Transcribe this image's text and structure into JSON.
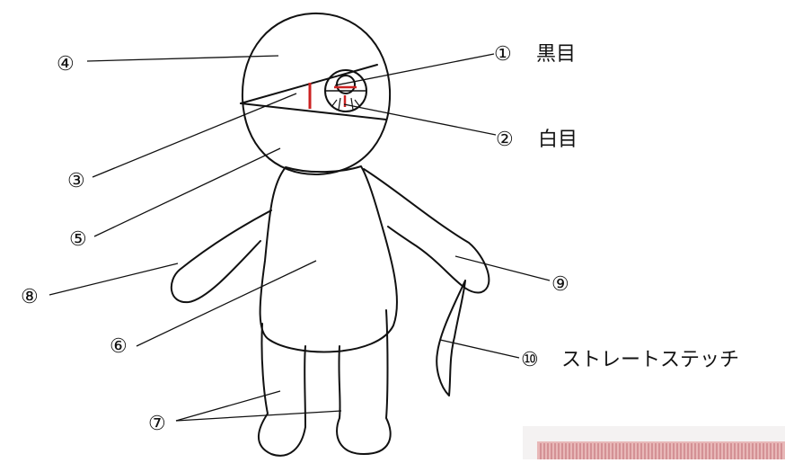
{
  "callouts": [
    {
      "id": "1",
      "number": "①",
      "label": "黒目"
    },
    {
      "id": "2",
      "number": "②",
      "label": "白目"
    },
    {
      "id": "3",
      "number": "③",
      "label": ""
    },
    {
      "id": "4",
      "number": "④",
      "label": ""
    },
    {
      "id": "5",
      "number": "⑤",
      "label": ""
    },
    {
      "id": "6",
      "number": "⑥",
      "label": ""
    },
    {
      "id": "7",
      "number": "⑦",
      "label": ""
    },
    {
      "id": "8",
      "number": "⑧",
      "label": ""
    },
    {
      "id": "9",
      "number": "⑨",
      "label": ""
    },
    {
      "id": "10",
      "number": "⑩",
      "label": "ストレートステッチ"
    }
  ],
  "colors": {
    "outline": "#111111",
    "stitch": "#cc2222",
    "tape": "#e8b8b8",
    "tape_tick": "#c06a72"
  }
}
